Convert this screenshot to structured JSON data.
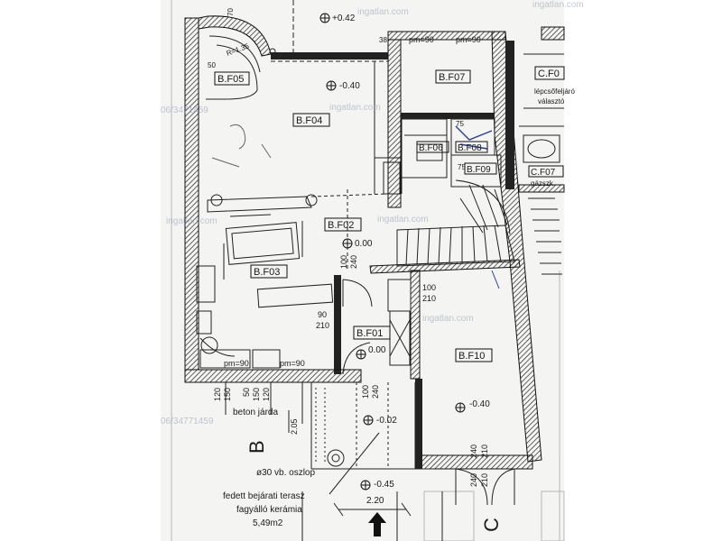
{
  "rooms": [
    {
      "code": "B.F05"
    },
    {
      "code": "B.F04"
    },
    {
      "code": "B.F07"
    },
    {
      "code": "C.F0"
    },
    {
      "code": "B.F06"
    },
    {
      "code": "B.F08"
    },
    {
      "code": "B.F09"
    },
    {
      "code": "C.F07"
    },
    {
      "code": "B.F02"
    },
    {
      "code": "B.F03"
    },
    {
      "code": "B.F01"
    },
    {
      "code": "B.F10"
    }
  ],
  "levels": [
    "+0.42",
    "-0.40",
    "0.00",
    "0.00",
    "-0.40",
    "-0.02",
    "-0.45"
  ],
  "dims": [
    "pm=90",
    "pm=90",
    "pm=90",
    "pm=90",
    "100",
    "240",
    "90",
    "210",
    "100",
    "210",
    "100",
    "240",
    "240",
    "210",
    "240",
    "210",
    "2.20",
    "2.05",
    "R=1.35",
    "50",
    "38",
    "75",
    "75",
    "70"
  ],
  "wall_marks": [
    "120",
    "150",
    "50",
    "150",
    "120"
  ],
  "notes": {
    "beton": "beton járda",
    "column": "ø30 vb. oszlop",
    "terrace": [
      "fedett bejárati terasz",
      "fagyálló kerámia",
      "5,49m2"
    ],
    "cfo_text": [
      "lépcsőfeljáró",
      "választó"
    ],
    "gaszk": "gázszk"
  },
  "section_letters": [
    "B",
    "C"
  ],
  "watermarks": [
    "ingatlan.com",
    "ingatlan.com",
    "ingatlan.com",
    "ingatlan.com",
    "ingatlan.com",
    "ingatlan.com"
  ],
  "phone_marks": [
    "06/3471459",
    "06/34771459"
  ]
}
